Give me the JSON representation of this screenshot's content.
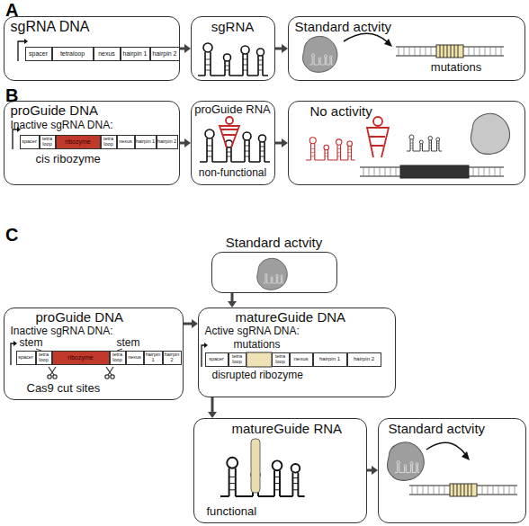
{
  "diagram": {
    "nodes": [
      {
        "text": [
          "sgRNA DNA"
        ]
      },
      {
        "text": [
          "spacer"
        ],
        "in": 0
      },
      {
        "text": [
          "tetraloop"
        ],
        "in": 0
      },
      {
        "text": [
          "nexus"
        ],
        "in": 0
      },
      {
        "text": [
          "hairpin 1"
        ],
        "in": 0
      },
      {
        "text": [
          "hairpin 2"
        ],
        "in": 0
      },
      {
        "text": [
          "sgRNA"
        ]
      },
      {
        "text": [
          "Standard actvity",
          "mutations"
        ]
      },
      {
        "text": [
          "proGuide DNA",
          "Inactive sgRNA DNA:",
          "cis ribozyme"
        ]
      },
      {
        "text": [
          "spacer"
        ],
        "in": 8
      },
      {
        "text": [
          "tetra loop"
        ],
        "in": 8
      },
      {
        "text": [
          "ribozyme"
        ],
        "in": 8
      },
      {
        "text": [
          "tetra loop"
        ],
        "in": 8
      },
      {
        "text": [
          "nexus"
        ],
        "in": 8
      },
      {
        "text": [
          "hairpin 1"
        ],
        "in": 8
      },
      {
        "text": [
          "hairpin 2"
        ],
        "in": 8
      },
      {
        "text": [
          "proGuide RNA",
          "non-functional"
        ]
      },
      {
        "text": [
          "No activity"
        ]
      },
      {
        "text": [
          "Standard actvity"
        ]
      },
      {
        "text": [
          "proGuide DNA",
          "Inactive sgRNA DNA:",
          "stem",
          "stem",
          "Cas9 cut sites"
        ]
      },
      {
        "text": [
          "spacer"
        ],
        "in": 19
      },
      {
        "text": [
          "tetra loop"
        ],
        "in": 19
      },
      {
        "text": [
          "ribozyme"
        ],
        "in": 19
      },
      {
        "text": [
          "tetra loop"
        ],
        "in": 19
      },
      {
        "text": [
          "nexus"
        ],
        "in": 19
      },
      {
        "text": [
          "hairpin 1"
        ],
        "in": 19
      },
      {
        "text": [
          "hairpin 2"
        ],
        "in": 19
      },
      {
        "text": [
          "matureGuide DNA",
          "Active sgRNA DNA:",
          "mutations",
          "disrupted ribozyme"
        ]
      },
      {
        "text": [
          "spacer"
        ],
        "in": 27
      },
      {
        "text": [
          "tetra loop"
        ],
        "in": 27
      },
      {
        "text": [
          "tetra loop"
        ],
        "in": 27
      },
      {
        "text": [
          "nexus"
        ],
        "in": 27
      },
      {
        "text": [
          "hairpin 1"
        ],
        "in": 27
      },
      {
        "text": [
          "hairpin 2"
        ],
        "in": 27
      },
      {
        "text": [
          "matureGuide RNA",
          "functional"
        ]
      },
      {
        "text": [
          "Standard actvity"
        ]
      }
    ],
    "edges": [
      {
        "from": 0,
        "to": 6,
        "arrow": "to"
      },
      {
        "from": 6,
        "to": 7,
        "arrow": "to"
      },
      {
        "from": 8,
        "to": 16,
        "arrow": "to"
      },
      {
        "from": 16,
        "to": 17,
        "arrow": "to"
      },
      {
        "from": 18,
        "to": 27,
        "arrow": "to"
      },
      {
        "from": 19,
        "to": 27,
        "arrow": "to"
      },
      {
        "from": 27,
        "to": 34,
        "arrow": "to"
      },
      {
        "from": 34,
        "to": 35,
        "arrow": "to"
      }
    ],
    "labels": [
      "A",
      "B",
      "C"
    ]
  }
}
